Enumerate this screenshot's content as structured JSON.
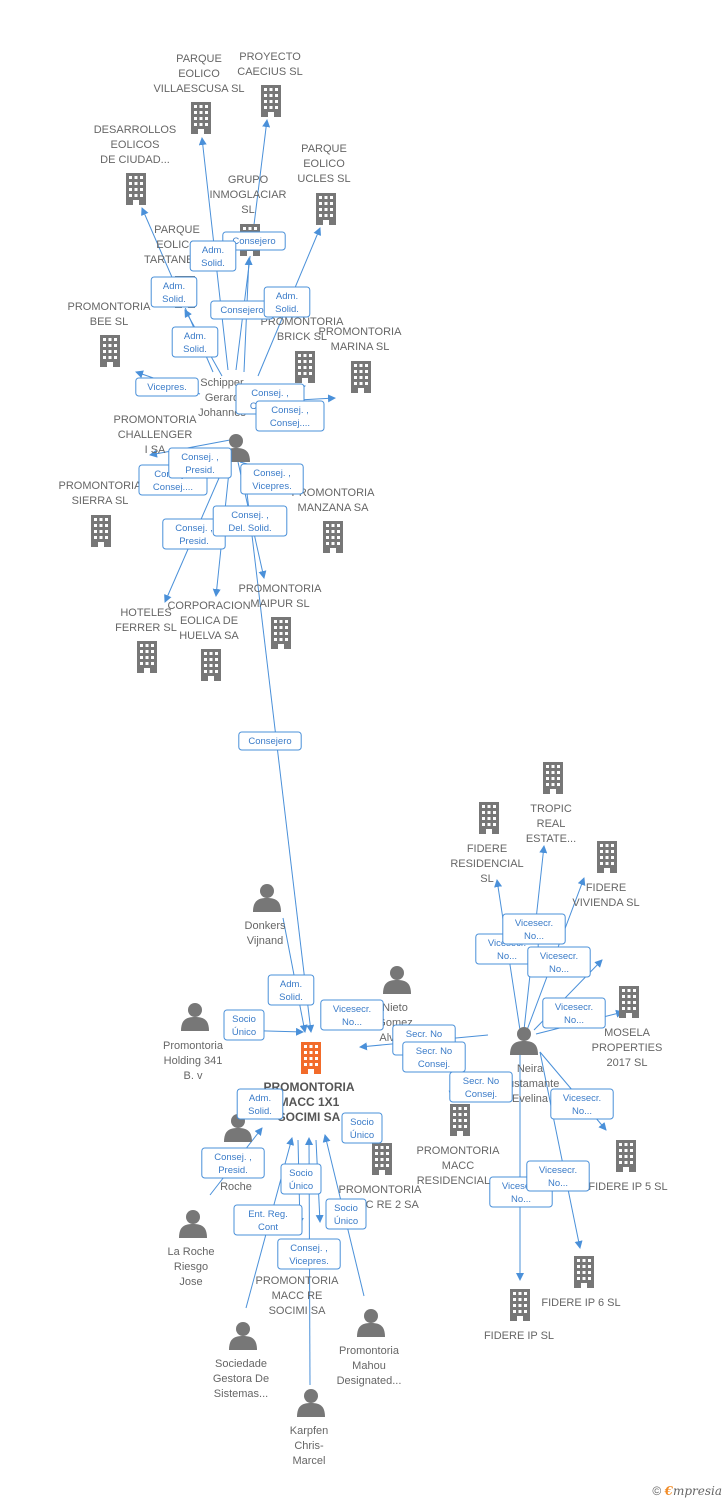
{
  "nodes": [
    {
      "id": "parque-villaescusa",
      "type": "company",
      "lines": [
        "PARQUE",
        "EOLICO",
        "VILLAESCUSA SL"
      ]
    },
    {
      "id": "proyecto-caecius",
      "type": "company",
      "lines": [
        "PROYECTO",
        "CAECIUS SL"
      ]
    },
    {
      "id": "desarrollos-eolicos",
      "type": "company",
      "lines": [
        "DESARROLLOS",
        "EOLICOS",
        "DE CIUDAD..."
      ]
    },
    {
      "id": "grupo-inmoglaciar",
      "type": "company",
      "lines": [
        "GRUPO",
        "INMOGLACIAR",
        "SL"
      ]
    },
    {
      "id": "parque-ucles",
      "type": "company",
      "lines": [
        "PARQUE",
        "EOLICO",
        "UCLES SL"
      ]
    },
    {
      "id": "parque-tartanedo",
      "type": "company",
      "lines": [
        "PARQUE",
        "EOLICO",
        "TARTANEDO"
      ]
    },
    {
      "id": "promontoria-bee",
      "type": "company",
      "lines": [
        "PROMONTORIA",
        "BEE  SL"
      ]
    },
    {
      "id": "promontoria-brick",
      "type": "company",
      "lines": [
        "PROMONTORIA",
        "BRICK  SL"
      ]
    },
    {
      "id": "promontoria-marina",
      "type": "company",
      "lines": [
        "PROMONTORIA",
        "MARINA  SL"
      ]
    },
    {
      "id": "schipper",
      "type": "person",
      "lines": [
        "Schipper",
        "Gerard",
        "Johannes"
      ]
    },
    {
      "id": "promontoria-challenger",
      "type": "company",
      "lines": [
        "PROMONTORIA",
        "CHALLENGER",
        "I SA"
      ]
    },
    {
      "id": "promontoria-sierra",
      "type": "company",
      "lines": [
        "PROMONTORIA",
        "SIERRA  SL"
      ]
    },
    {
      "id": "promontoria-manzana",
      "type": "company",
      "lines": [
        "PROMONTORIA",
        "MANZANA SA"
      ]
    },
    {
      "id": "promontoria-maipur",
      "type": "company",
      "lines": [
        "PROMONTORIA",
        "MAIPUR  SL"
      ]
    },
    {
      "id": "hoteles-ferrer",
      "type": "company",
      "lines": [
        "HOTELES",
        "FERRER SL"
      ]
    },
    {
      "id": "corporacion-huelva",
      "type": "company",
      "lines": [
        "CORPORACION",
        "EOLICA DE",
        "HUELVA SA"
      ]
    },
    {
      "id": "tropic-real-estate",
      "type": "company",
      "lines": [
        "TROPIC",
        "REAL",
        "ESTATE..."
      ]
    },
    {
      "id": "fidere-residencial",
      "type": "company",
      "lines": [
        "FIDERE",
        "RESIDENCIAL",
        "SL"
      ]
    },
    {
      "id": "fidere-vivienda",
      "type": "company",
      "lines": [
        "FIDERE",
        "VIVIENDA  SL"
      ]
    },
    {
      "id": "donkers-vijnand",
      "type": "person",
      "lines": [
        "Donkers",
        "Vijnand"
      ]
    },
    {
      "id": "nieto-gomez",
      "type": "person",
      "lines": [
        "Nieto",
        "Gomez",
        "Alvaro"
      ]
    },
    {
      "id": "mosela-properties",
      "type": "company",
      "lines": [
        "MOSELA",
        "PROPERTIES",
        "2017  SL"
      ]
    },
    {
      "id": "promontoria-holding-341",
      "type": "person",
      "lines": [
        "Promontoria",
        "Holding 341",
        "B. v"
      ]
    },
    {
      "id": "promontoria-macc-1x1",
      "type": "central",
      "lines": [
        "PROMONTORIA",
        "MACC 1X1",
        "SOCIMI SA"
      ]
    },
    {
      "id": "neira-bustamante",
      "type": "person",
      "lines": [
        "Neira",
        "Bustamante",
        "Evelina"
      ]
    },
    {
      "id": "promontoria-macc-residencial",
      "type": "company",
      "lines": [
        "PROMONTORIA",
        "MACC",
        "RESIDENCIAL..."
      ]
    },
    {
      "id": "roche",
      "type": "person",
      "lines": [
        "Roche"
      ]
    },
    {
      "id": "promontoria-macc-re-2",
      "type": "company",
      "lines": [
        "PROMONTORIA",
        "MACC RE 2 SA"
      ]
    },
    {
      "id": "fidere-ip-5",
      "type": "company",
      "lines": [
        "FIDERE IP 5  SL"
      ]
    },
    {
      "id": "la-roche-riesgo",
      "type": "person",
      "lines": [
        "La Roche",
        "Riesgo",
        "Jose"
      ]
    },
    {
      "id": "promontoria-macc-re-socimi",
      "type": "company",
      "lines": [
        "PROMONTORIA",
        "MACC RE",
        "SOCIMI SA"
      ]
    },
    {
      "id": "fidere-ip-6",
      "type": "company",
      "lines": [
        "FIDERE IP 6  SL"
      ]
    },
    {
      "id": "fidere-ip",
      "type": "company",
      "lines": [
        "FIDERE IP  SL"
      ]
    },
    {
      "id": "sociedade-gestora",
      "type": "person",
      "lines": [
        "Sociedade",
        "Gestora De",
        "Sistemas..."
      ]
    },
    {
      "id": "promontoria-mahou",
      "type": "person",
      "lines": [
        "Promontoria",
        "Mahou",
        "Designated..."
      ]
    },
    {
      "id": "karpfen-chris",
      "type": "person",
      "lines": [
        "Karpfen",
        "Chris-",
        "Marcel"
      ]
    }
  ],
  "edge_labels": [
    {
      "id": "e1",
      "lines": [
        "Consejero"
      ]
    },
    {
      "id": "e2",
      "lines": [
        "Adm.",
        "Solid."
      ]
    },
    {
      "id": "e3",
      "lines": [
        "Adm.",
        "Solid."
      ]
    },
    {
      "id": "e4",
      "lines": [
        "Consejero"
      ]
    },
    {
      "id": "e5",
      "lines": [
        "Adm.",
        "Solid."
      ]
    },
    {
      "id": "e6",
      "lines": [
        "Adm.",
        "Solid."
      ]
    },
    {
      "id": "e7",
      "lines": [
        "Vicepres."
      ]
    },
    {
      "id": "e8",
      "lines": [
        "Consej. ,",
        "Consej...."
      ]
    },
    {
      "id": "e9",
      "lines": [
        "Consej. ,",
        "Consej...."
      ]
    },
    {
      "id": "e10",
      "lines": [
        "Consej. ,",
        "Consej...."
      ]
    },
    {
      "id": "e11",
      "lines": [
        "Consej. ,",
        "Presid."
      ]
    },
    {
      "id": "e12",
      "lines": [
        "Consej. ,",
        "Vicepres."
      ]
    },
    {
      "id": "e13",
      "lines": [
        "Consej. ,",
        "Presid."
      ]
    },
    {
      "id": "e14",
      "lines": [
        "Consej. ,",
        "Del. Solid."
      ]
    },
    {
      "id": "e15",
      "lines": [
        "Consejero"
      ]
    },
    {
      "id": "e16",
      "lines": [
        "Adm.",
        "Solid."
      ]
    },
    {
      "id": "e17",
      "lines": [
        "Socio",
        "Único"
      ]
    },
    {
      "id": "e18",
      "lines": [
        "Vicesecr.",
        "No..."
      ]
    },
    {
      "id": "e19",
      "lines": [
        "Secr.  No",
        "Consej."
      ]
    },
    {
      "id": "e20",
      "lines": [
        "Secr.  No",
        "Consej."
      ]
    },
    {
      "id": "e21",
      "lines": [
        "Vicesecr.",
        "No..."
      ]
    },
    {
      "id": "e22",
      "lines": [
        "Vicesecr.",
        "No..."
      ]
    },
    {
      "id": "e23",
      "lines": [
        "Vicesecr.",
        "No..."
      ]
    },
    {
      "id": "e24",
      "lines": [
        "Vicesecr.",
        "No..."
      ]
    },
    {
      "id": "e25",
      "lines": [
        "Vicesecr.",
        "No..."
      ]
    },
    {
      "id": "e26",
      "lines": [
        "Vicesecr.",
        "No..."
      ]
    },
    {
      "id": "e27",
      "lines": [
        "Vicesecr.",
        "No..."
      ]
    },
    {
      "id": "e28",
      "lines": [
        "Adm.",
        "Solid."
      ]
    },
    {
      "id": "e29",
      "lines": [
        "Socio",
        "Único"
      ]
    },
    {
      "id": "e30",
      "lines": [
        "Consej. ,",
        "Presid."
      ]
    },
    {
      "id": "e31",
      "lines": [
        "Socio",
        "Único"
      ]
    },
    {
      "id": "e32",
      "lines": [
        "Ent.  Reg.",
        "Cont"
      ]
    },
    {
      "id": "e33",
      "lines": [
        "Socio",
        "Único"
      ]
    },
    {
      "id": "e34",
      "lines": [
        "Consej. ,",
        "Vicepres."
      ]
    }
  ],
  "footer": {
    "copyright": "©",
    "brand_initial": "€",
    "brand_rest": "mpresia"
  },
  "colors": {
    "edge": "#4a90d9",
    "node": "#777777",
    "central": "#f26b2a"
  }
}
